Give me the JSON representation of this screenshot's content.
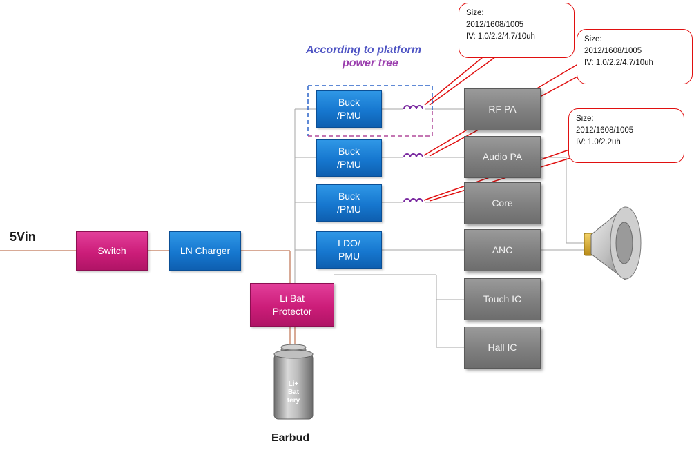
{
  "diagram": {
    "input_label": "5Vin",
    "bottom_label": "Earbud",
    "platform_note": {
      "line1": "According to platform",
      "line2": "power tree"
    },
    "blocks": {
      "switch": "Switch",
      "charger": "LN Charger",
      "protector": {
        "line1": "Li Bat",
        "line2": "Protector"
      },
      "buck1": {
        "line1": "Buck",
        "line2": "/PMU"
      },
      "buck2": {
        "line1": "Buck",
        "line2": "/PMU"
      },
      "buck3": {
        "line1": "Buck",
        "line2": "/PMU"
      },
      "ldo": {
        "line1": "LDO/",
        "line2": "PMU"
      }
    },
    "loads": {
      "rfpa": "RF PA",
      "audiopa": "Audio PA",
      "core": "Core",
      "anc": "ANC",
      "touch": "Touch IC",
      "hall": "Hall IC"
    },
    "battery": {
      "line1": "Li+",
      "line2": "Bat",
      "line3": "tery"
    },
    "callouts": [
      {
        "line1": "Size:",
        "line2": "2012/1608/1005",
        "line3": "IV: 1.0/2.2/4.7/10uh"
      },
      {
        "line1": "Size:",
        "line2": "2012/1608/1005",
        "line3": "IV: 1.0/2.2/4.7/10uh"
      },
      {
        "line1": "Size:",
        "line2": "2012/1608/1005",
        "line3": "IV: 1.0/2.2uh"
      }
    ],
    "colors": {
      "blue_block": "#1677cf",
      "pink_block": "#cc1d79",
      "gray_block": "#7f7f7f",
      "wire_brown": "#b0542c",
      "wire_gray": "#a6a6a6",
      "inductor": "#7a2aa0",
      "callout_border": "#e01010",
      "note_blue": "#2b63c9",
      "note_pink": "#c8338f"
    }
  }
}
